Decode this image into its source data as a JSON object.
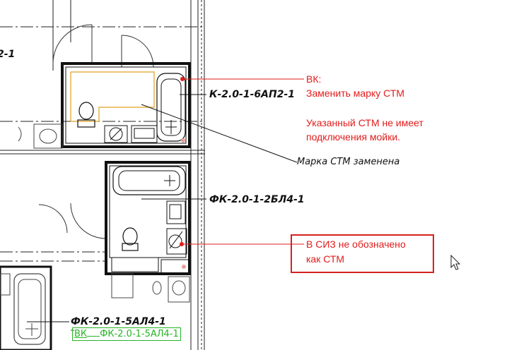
{
  "drawing": {
    "partial_label_left": "2-1",
    "labels": {
      "top_room": "К-2.0-1-6АП2-1",
      "mid_room": "ФК-2.0-1-2БЛ4-1",
      "bottom_room": "ФК-2.0-1-5АЛ4-1",
      "note_changed": "Марка СТМ заменена"
    },
    "green_tag": {
      "prefix": "ВК",
      "text": "ФК-2.0-1-5АЛ4-1"
    }
  },
  "comments": {
    "comment1": {
      "title": "ВК:",
      "line1": "Заменить марку СТМ",
      "line2": "Указанный СТМ не имеет",
      "line3": "подключения мойки."
    },
    "comment2": {
      "line1": "В СИЗ не обозначено",
      "line2": "как СТМ"
    }
  },
  "colors": {
    "markup_red": "#e21b1b",
    "tag_green": "#27b427",
    "drawing_line": "#111111"
  },
  "cursor_icon": "mouse-pointer-icon"
}
